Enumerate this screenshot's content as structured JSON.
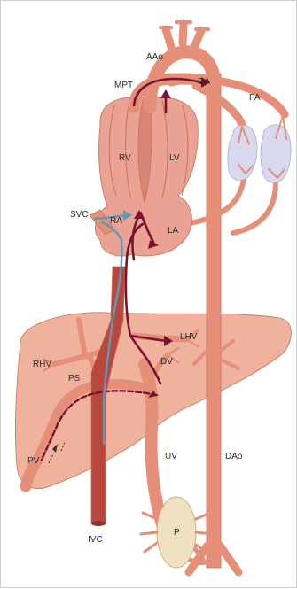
{
  "diagram": {
    "colors": {
      "vessel": "#e58f78",
      "vessel_dark": "#c8705c",
      "heart": "#e9a293",
      "liver": "#efb39d",
      "lung": "#d8d8ee",
      "placenta": "#efe0c0",
      "ivc": "#b8473d",
      "oxygenated_stream": "#7a1330",
      "deoxygenated_stream": "#5d9bb2"
    },
    "labels": {
      "aao": "AAo",
      "mpt": "MPT",
      "da": "DA",
      "pa": "PA",
      "rv": "RV",
      "lv": "LV",
      "svc": "SVC",
      "ra": "RA",
      "la": "LA",
      "lhv": "LHV",
      "rhv": "RHV",
      "dv": "DV",
      "ps": "PS",
      "pv": "PV",
      "uv": "UV",
      "dao": "DAo",
      "ivc": "IVC",
      "p": "P"
    }
  }
}
